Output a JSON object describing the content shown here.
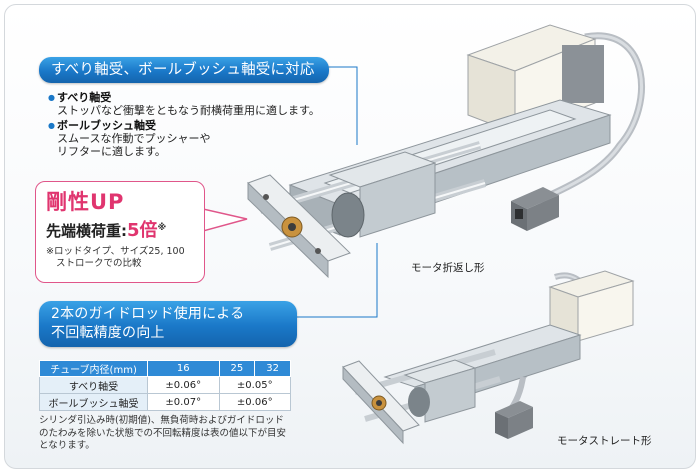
{
  "banner1": "すべり軸受、ボールブッシュ軸受に対応",
  "bullets": [
    {
      "title": "すべり軸受",
      "desc": [
        "ストッパなど衝撃をともなう耐横荷重用に適します。"
      ]
    },
    {
      "title": "ボールブッシュ軸受",
      "desc": [
        "スムースな作動でプッシャーや",
        "リフターに適します。"
      ]
    }
  ],
  "callout": {
    "heading": "剛性UP",
    "load_label": "先端横荷重",
    "load_colon": ":",
    "load_value": "5倍",
    "load_mark": "※",
    "note_line1": "※ロッドタイプ、サイズ25, 100",
    "note_line2": "ストロークでの比較"
  },
  "banner2_line1": "2本のガイドロッド使用による",
  "banner2_line2": "不回転精度の向上",
  "table": {
    "headers": [
      "チューブ内径(mm)",
      "16",
      "25",
      "32"
    ],
    "rows": [
      {
        "label": "すべり軸受",
        "c16": "±0.06°",
        "c25_32": "±0.05°"
      },
      {
        "label": "ボールブッシュ軸受",
        "c16": "±0.07°",
        "c25_32": "±0.06°"
      }
    ]
  },
  "table_note": [
    "シリンダ引込み時(初期値)、無負荷時およびガイドロッド",
    "のたわみを除いた状態での不回転精度は表の値以下が目安",
    "となります。"
  ],
  "caption_folded": "モータ折返し形",
  "caption_straight": "モータストレート形",
  "colors": {
    "banner_blue": "#1a78c8",
    "accent_pink": "#e0356f",
    "table_header": "#2f8ad6",
    "table_rowhead": "#e4eff8"
  }
}
